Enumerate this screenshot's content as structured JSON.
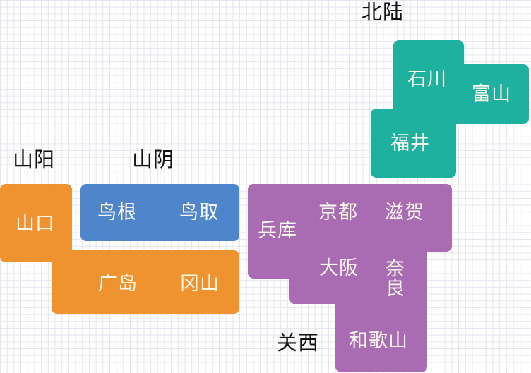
{
  "colors": {
    "sanyo": "#ee9330",
    "sanin": "#4f86cb",
    "kansai": "#a96cb3",
    "hokuriku": "#1fb19f",
    "grid": "#e6e3ec"
  },
  "regions": {
    "hokuriku": {
      "label": "北陆",
      "prefectures": {
        "ishikawa": "石川",
        "toyama": "富山",
        "fukui": "福井"
      }
    },
    "sanyo": {
      "label": "山阳",
      "prefectures": {
        "yamaguchi": "山口",
        "hiroshima": "广岛",
        "okayama": "冈山"
      }
    },
    "sanin": {
      "label": "山阴",
      "prefectures": {
        "shimane": "鸟根",
        "tottori": "鸟取"
      }
    },
    "kansai": {
      "label": "关西",
      "prefectures": {
        "hyogo": "兵库",
        "kyoto": "京都",
        "shiga": "滋贺",
        "osaka": "大阪",
        "nara": "奈良",
        "wakayama": "和歌山"
      }
    }
  }
}
